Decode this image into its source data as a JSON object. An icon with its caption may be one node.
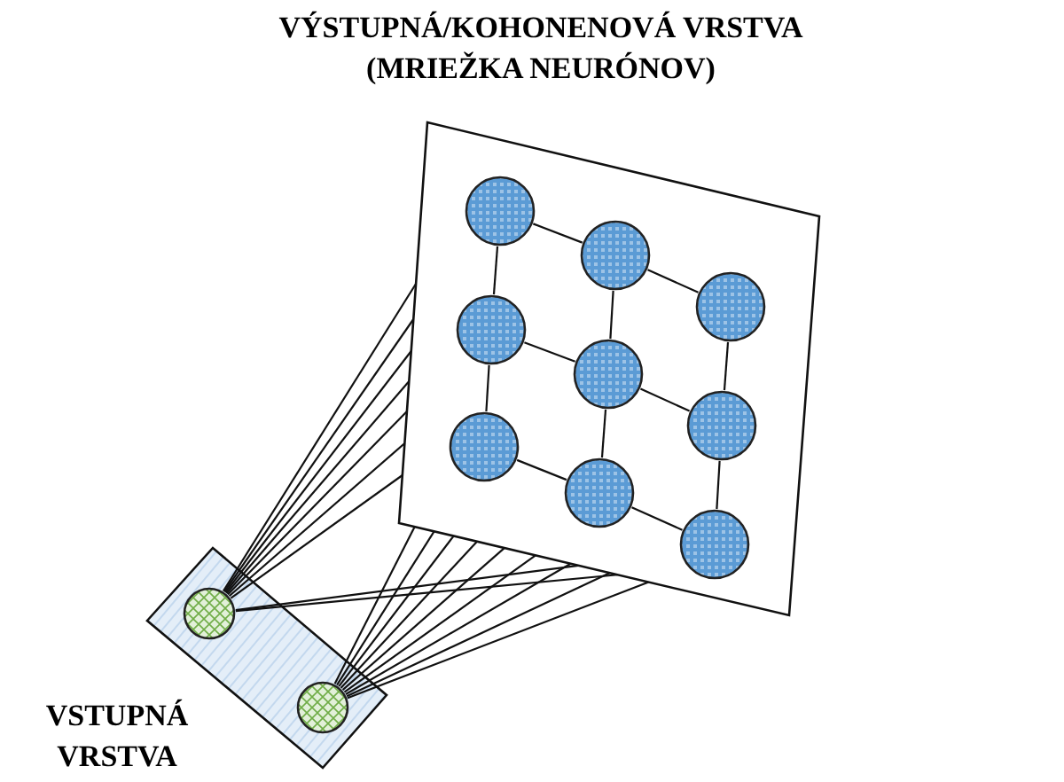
{
  "diagram": {
    "nodes": [
      {
        "text": [
          "VÝSTUPNÁ/KOHONENOVÁ VRSTVA (MRIEŽKA NEURÓNOV)"
        ]
      },
      {
        "text": [],
        "shape": "circle",
        "in": 0
      },
      {
        "text": [],
        "shape": "circle",
        "in": 0
      },
      {
        "text": [],
        "shape": "circle",
        "in": 0
      },
      {
        "text": [],
        "shape": "circle",
        "in": 0
      },
      {
        "text": [],
        "shape": "circle",
        "in": 0
      },
      {
        "text": [],
        "shape": "circle",
        "in": 0
      },
      {
        "text": [],
        "shape": "circle",
        "in": 0
      },
      {
        "text": [],
        "shape": "circle",
        "in": 0
      },
      {
        "text": [],
        "shape": "circle",
        "in": 0
      },
      {
        "text": [
          "VSTUPNÁ VRSTVA"
        ]
      },
      {
        "text": [],
        "shape": "circle",
        "in": 10
      },
      {
        "text": [],
        "shape": "circle",
        "in": 10
      }
    ],
    "edges": [
      {
        "from": 1,
        "to": 2,
        "arrow": "none"
      },
      {
        "from": 2,
        "to": 3,
        "arrow": "none"
      },
      {
        "from": 1,
        "to": 4,
        "arrow": "none"
      },
      {
        "from": 2,
        "to": 5,
        "arrow": "none"
      },
      {
        "from": 3,
        "to": 6,
        "arrow": "none"
      },
      {
        "from": 4,
        "to": 5,
        "arrow": "none"
      },
      {
        "from": 5,
        "to": 6,
        "arrow": "none"
      },
      {
        "from": 4,
        "to": 7,
        "arrow": "none"
      },
      {
        "from": 5,
        "to": 8,
        "arrow": "none"
      },
      {
        "from": 6,
        "to": 9,
        "arrow": "none"
      },
      {
        "from": 7,
        "to": 8,
        "arrow": "none"
      },
      {
        "from": 8,
        "to": 9,
        "arrow": "none"
      },
      {
        "from": 11,
        "to": 0,
        "arrow": "none"
      },
      {
        "from": 11,
        "to": 0,
        "arrow": "none"
      },
      {
        "from": 11,
        "to": 0,
        "arrow": "none"
      },
      {
        "from": 11,
        "to": 0,
        "arrow": "none"
      },
      {
        "from": 11,
        "to": 0,
        "arrow": "none"
      },
      {
        "from": 11,
        "to": 0,
        "arrow": "none"
      },
      {
        "from": 11,
        "to": 0,
        "arrow": "none"
      },
      {
        "from": 11,
        "to": 0,
        "arrow": "none"
      },
      {
        "from": 11,
        "to": 0,
        "arrow": "none"
      },
      {
        "from": 12,
        "to": 0,
        "arrow": "none"
      },
      {
        "from": 12,
        "to": 0,
        "arrow": "none"
      },
      {
        "from": 12,
        "to": 0,
        "arrow": "none"
      },
      {
        "from": 12,
        "to": 0,
        "arrow": "none"
      },
      {
        "from": 12,
        "to": 0,
        "arrow": "none"
      },
      {
        "from": 12,
        "to": 0,
        "arrow": "none"
      },
      {
        "from": 12,
        "to": 0,
        "arrow": "none"
      },
      {
        "from": 12,
        "to": 0,
        "arrow": "none"
      },
      {
        "from": 12,
        "to": 0,
        "arrow": "none"
      }
    ]
  }
}
